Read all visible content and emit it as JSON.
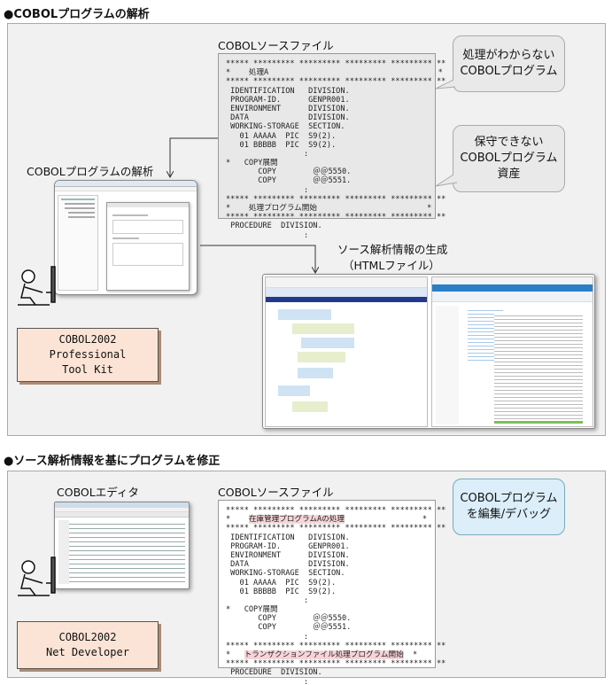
{
  "section1": {
    "title": "●COBOLプログラムの解析",
    "source_label": "COBOLソースファイル",
    "analysis_label": "COBOLプログラムの解析",
    "generation_label_1": "ソース解析情報の生成",
    "generation_label_2": "（HTMLファイル）",
    "bubble1_l1": "処理がわからない",
    "bubble1_l2": "COBOLプログラム",
    "bubble2_l1": "保守できない",
    "bubble2_l2": "COBOLプログラム",
    "bubble2_l3": "資産",
    "product_l1": "COBOL2002 Professional",
    "product_l2": "Tool Kit",
    "code": [
      "***** ********* ********* ********* ********* **",
      "*    処理A                                     *",
      "***** ********* ********* ********* ********* **",
      " IDENTIFICATION   DIVISION.",
      " PROGRAM-ID.      GENPR001.",
      " ENVIRONMENT      DIVISION.",
      " DATA             DIVISION.",
      " WORKING-STORAGE  SECTION.",
      "   01 AAAAA  PIC  S9(2).",
      "   01 BBBBB  PIC  S9(2).",
      "                 :",
      "*   COPY展開",
      "       COPY        ＠＠5550.",
      "       COPY        ＠＠5551.",
      "                 :",
      "***** ********* ********* ********* ********* **",
      "*    処理プログラム開始                        *",
      "***** ********* ********* ********* ********* **",
      " PROCEDURE  DIVISION.",
      "                 :"
    ]
  },
  "section2": {
    "title": "●ソース解析情報を基にプログラムを修正",
    "editor_label": "COBOLエディタ",
    "source_label": "COBOLソースファイル",
    "bubble_l1": "COBOLプログラム",
    "bubble_l2": "を編集/デバッグ",
    "product_l1": "COBOL2002",
    "product_l2": "Net Developer",
    "code": [
      "***** ********* ********* ********* ********* **",
      "*    在庫管理プログラムAの処理                 *",
      "***** ********* ********* ********* ********* **",
      " IDENTIFICATION   DIVISION.",
      " PROGRAM-ID.      GENPR001.",
      " ENVIRONMENT      DIVISION.",
      " DATA             DIVISION.",
      " WORKING-STORAGE  SECTION.",
      "   01 AAAAA  PIC  S9(2).",
      "   01 BBBBB  PIC  S9(2).",
      "                 :",
      "*   COPY展開",
      "       COPY        ＠＠5550.",
      "       COPY        ＠＠5551.",
      "                 :",
      "***** ********* ********* ********* ********* **",
      "*   トランザクションファイル処理プログラム開始  *",
      "***** ********* ********* ********* ********* **",
      " PROCEDURE  DIVISION.",
      "                 :"
    ]
  }
}
